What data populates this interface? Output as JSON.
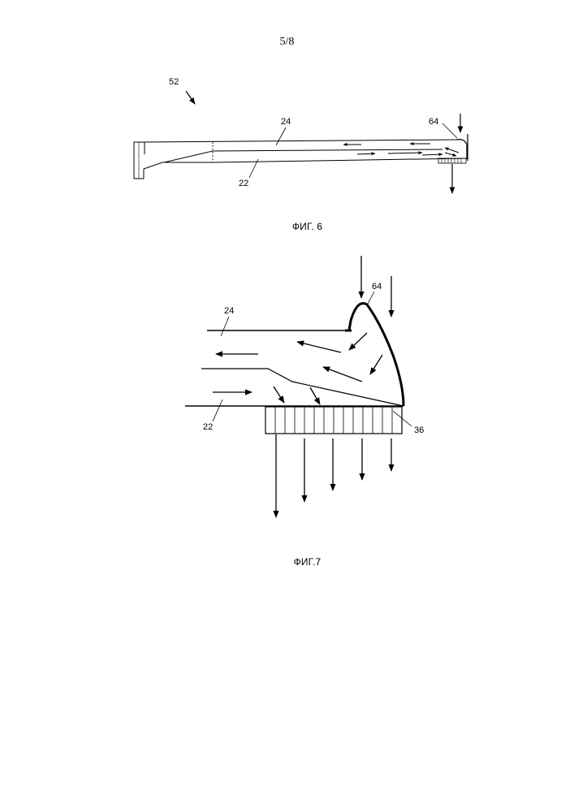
{
  "page_number": "5/8",
  "figure6": {
    "caption": "ФИГ. 6",
    "labels": {
      "assembly": "52",
      "upper_duct": "24",
      "lower_duct": "22",
      "cap": "64"
    }
  },
  "figure7": {
    "caption": "ФИГ.7",
    "labels": {
      "cap": "64",
      "upper_duct": "24",
      "lower_duct": "22",
      "outlet": "36"
    }
  }
}
